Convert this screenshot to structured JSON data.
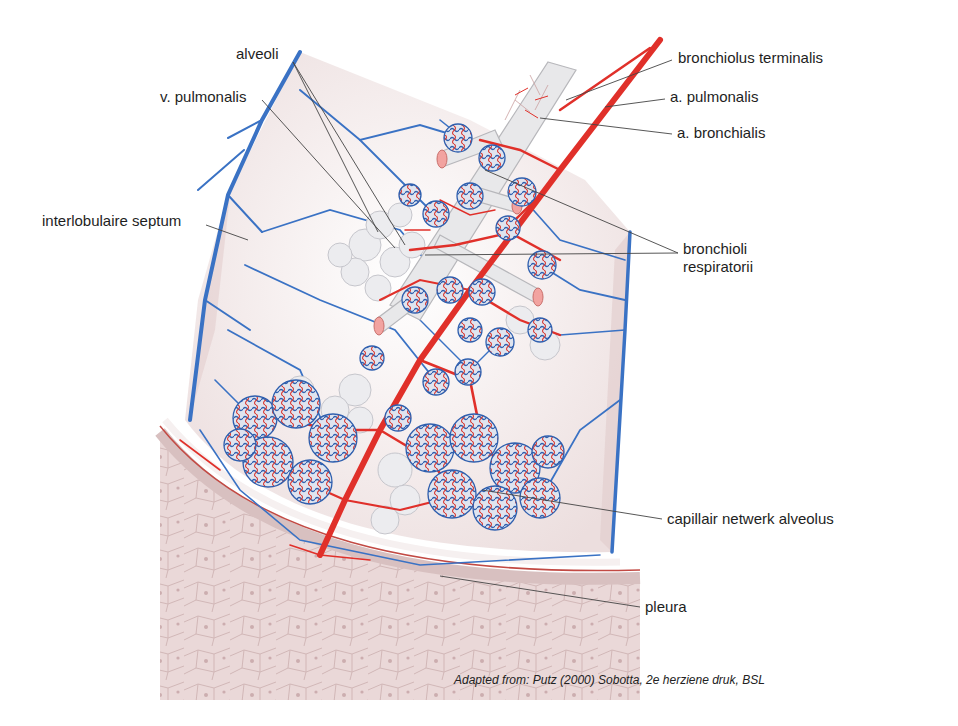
{
  "diagram": {
    "caption": "Adapted from: Putz (2000) Sobotta, 2e herziene druk, BSL",
    "labels": [
      "alveoli",
      "v. pulmonalis",
      "interlobulaire septum",
      "bronchiolus terminalis",
      "a. pulmonalis",
      "a. bronchialis",
      "bronchioli respiratorii",
      "capillair netwerk alveolus",
      "pleura"
    ]
  }
}
